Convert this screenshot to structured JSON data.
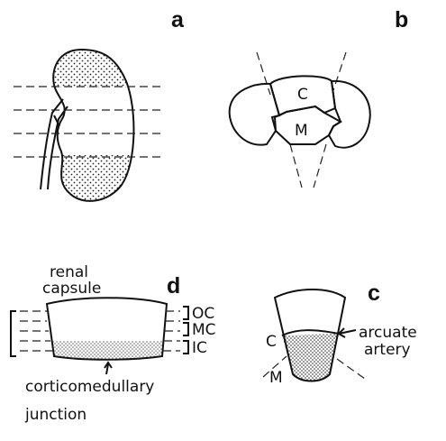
{
  "panels": {
    "a": {
      "letter": "a"
    },
    "b": {
      "letter": "b",
      "cortex": "C",
      "medulla": "M"
    },
    "c": {
      "letter": "c",
      "cortex": "C",
      "medulla": "M",
      "arcuate_1": "arcuate",
      "arcuate_2": "artery"
    },
    "d": {
      "letter": "d",
      "capsule_1": "renal",
      "capsule_2": "capsule",
      "outer_cortex": "OC",
      "mid_cortex": "MC",
      "inner_cortex": "IC",
      "junction_1": "corticomedullary",
      "junction_2": "junction"
    }
  }
}
